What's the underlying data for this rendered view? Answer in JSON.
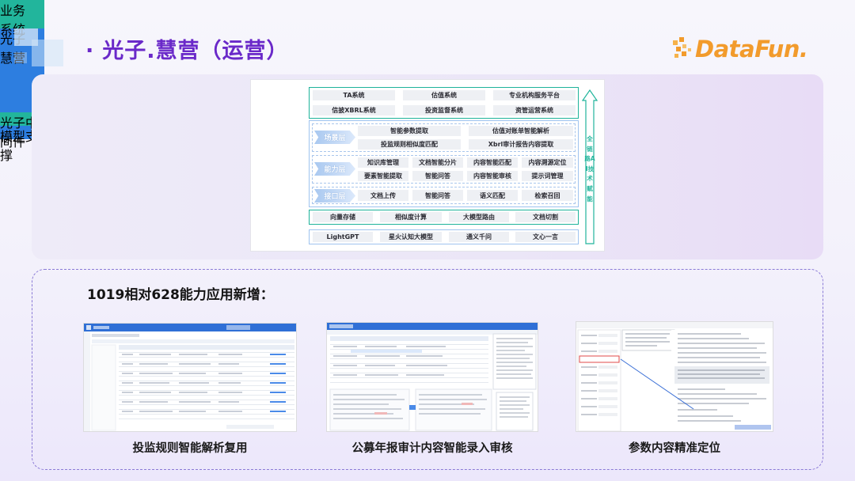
{
  "header": {
    "bullet": "·",
    "title": "光子.慧营（运营）",
    "logo_text": "DataFun."
  },
  "architecture": {
    "business": {
      "label": "业务\n系统",
      "row1": [
        "TA系统",
        "估值系统",
        "专业机构服务平台"
      ],
      "row2": [
        "信披XBRL系统",
        "投资监督系统",
        "资管运营系统"
      ]
    },
    "guangzi": {
      "label": "光子\n慧营",
      "scenario": {
        "label": "场景层",
        "row1": [
          "智能参数提取",
          "估值对账单智能解析"
        ],
        "row2": [
          "投监规则相似度匹配",
          "Xbrl审计报告内容提取"
        ]
      },
      "capability": {
        "label": "能力层",
        "row1": [
          "知识库管理",
          "文档智能分片",
          "内容智能匹配",
          "内容溯源定位"
        ],
        "row2": [
          "要素智能提取",
          "智能问答",
          "内容智能审核",
          "提示词管理"
        ]
      },
      "interface": {
        "label": "接口层",
        "row": [
          "文档上传",
          "智能问答",
          "语义匹配",
          "检索召回"
        ]
      }
    },
    "middleware": {
      "label": "光子中间件",
      "row": [
        "向量存储",
        "相似度计算",
        "大模型路由",
        "文档切割"
      ]
    },
    "model": {
      "label": "模型支撑",
      "row": [
        "LightGPT",
        "星火认知大模型",
        "通义千问",
        "文心一言"
      ]
    },
    "side_label": "全链路AI技术赋能"
  },
  "new_features": {
    "title": "1019相对628能力应用新增：",
    "items": [
      {
        "caption": "投监规则智能解析复用"
      },
      {
        "caption": "公募年报审计内容智能录入审核"
      },
      {
        "caption": "参数内容精准定位"
      }
    ]
  },
  "colors": {
    "title": "#6a29c9",
    "teal": "#22b59c",
    "blue": "#2d7ee0",
    "logo": "#f29b2c"
  }
}
